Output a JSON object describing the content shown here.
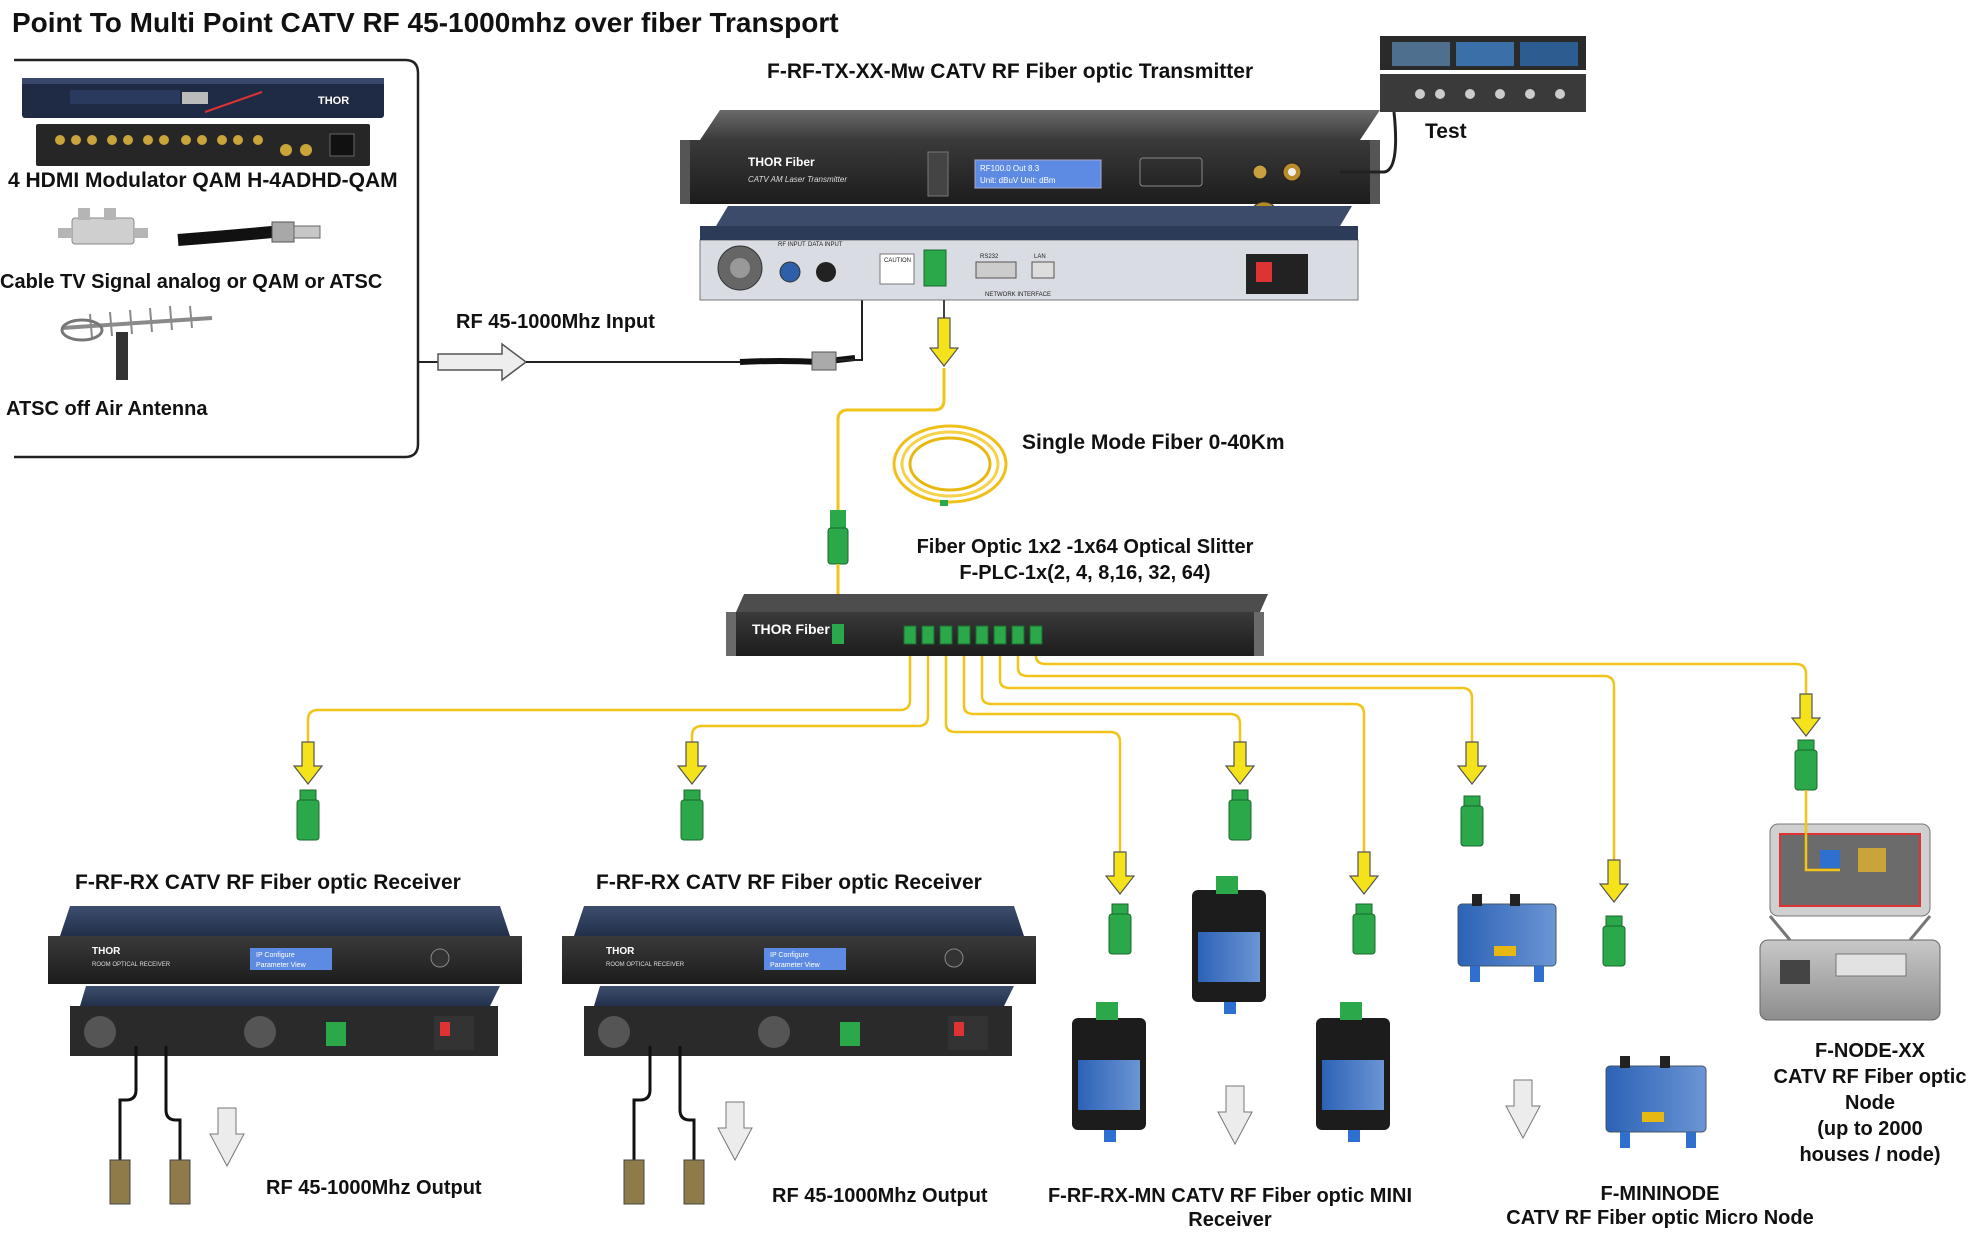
{
  "title": "Point To Multi Point CATV RF 45-1000mhz over fiber Transport",
  "sources": {
    "modulator": "4 HDMI Modulator QAM H-4ADHD-QAM",
    "cable_tv": "Cable TV Signal analog or QAM or ATSC",
    "antenna": "ATSC off Air  Antenna",
    "rf_input": "RF 45-1000Mhz Input"
  },
  "transmitter": {
    "label": "F-RF-TX-XX-Mw CATV RF Fiber optic Transmitter",
    "brand": "THOR Fiber",
    "subtitle": "CATV AM Laser Transmitter",
    "lcd_line1": "RF100.0   Out  8.3",
    "lcd_line2": "Unit: dBuV  Unit: dBm",
    "ports": [
      "RF INPUT",
      "DATA INPUT",
      "RS232",
      "LAN"
    ],
    "network": "NETWORK INTERFACE",
    "caution": "CAUTION"
  },
  "test": {
    "label": "Test"
  },
  "fiber": {
    "label": "Single Mode Fiber 0-40Km"
  },
  "splitter": {
    "label1": "Fiber Optic 1x2 -1x64 Optical Slitter",
    "label2": "F-PLC-1x(2, 4, 8,16, 32, 64)",
    "brand": "THOR Fiber"
  },
  "receivers": [
    {
      "label": "F-RF-RX CATV RF Fiber optic Receiver",
      "output": "RF 45-1000Mhz Output",
      "front": "ROOM OPTICAL RECEIVER",
      "lcd1": "IP Configure",
      "lcd2": "Parameter View"
    },
    {
      "label": "F-RF-RX CATV RF Fiber optic Receiver",
      "output": "RF 45-1000Mhz Output",
      "front": "ROOM OPTICAL RECEIVER",
      "lcd1": "IP Configure",
      "lcd2": "Parameter View"
    }
  ],
  "mini_receiver": {
    "line1": "F-RF-RX-MN CATV RF Fiber optic MINI",
    "line2": "Receiver"
  },
  "mininode": {
    "line1": "F-MININODE",
    "line2": "CATV RF Fiber optic Micro Node"
  },
  "node": {
    "lines": [
      "F-NODE-XX",
      "CATV RF Fiber optic",
      "Node",
      "(up to 2000",
      "houses / node)"
    ]
  },
  "colors": {
    "fiber": "#f2c318",
    "connector": "#2aa84a",
    "rack": "#2b2b2b",
    "panel": "#d9dde3",
    "blue_unit": "#2a62b8",
    "arrow_yellow": "#f4e21a"
  }
}
